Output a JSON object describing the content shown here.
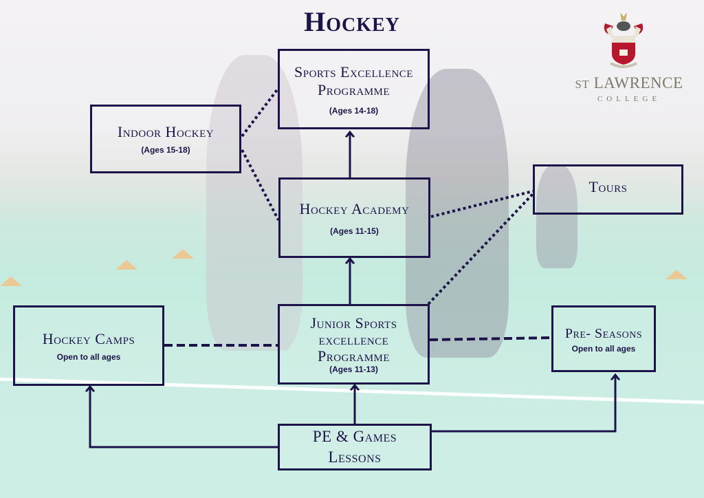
{
  "title": "Hockey",
  "logo": {
    "name_prefix": "St",
    "name_main": "Lawrence",
    "subtitle": "College",
    "crest_icon": "coat-of-arms"
  },
  "nodes": {
    "sports_excellence": {
      "title_line1": "Sports Excellence",
      "title_line2": "Programme",
      "subtitle": "(Ages 14-18)"
    },
    "indoor_hockey": {
      "title": "Indoor Hockey",
      "subtitle": "(Ages 15-18)"
    },
    "hockey_academy": {
      "title": "Hockey Academy",
      "subtitle": "(Ages 11-15)"
    },
    "tours": {
      "title": "Tours"
    },
    "hockey_camps": {
      "title": "Hockey Camps",
      "subtitle": "Open to all ages"
    },
    "junior_sports": {
      "title_line1": "Junior Sports",
      "title_line2": "excellence",
      "title_line3": "Programme",
      "subtitle": "(Ages 11-13)"
    },
    "pre_seasons": {
      "title": "Pre- Seasons",
      "subtitle": "Open to all ages"
    },
    "pe_games": {
      "title_line1": "PE & Games",
      "title_line2": "Lessons"
    }
  },
  "connections": [
    {
      "from": "hockey_academy",
      "to": "sports_excellence",
      "style": "solid-arrow"
    },
    {
      "from": "junior_sports",
      "to": "hockey_academy",
      "style": "solid-arrow"
    },
    {
      "from": "pe_games",
      "to": "junior_sports",
      "style": "solid-arrow"
    },
    {
      "from": "pe_games",
      "to": "hockey_camps",
      "style": "solid-arrow"
    },
    {
      "from": "pe_games",
      "to": "pre_seasons",
      "style": "solid-arrow"
    },
    {
      "from": "indoor_hockey",
      "to": "sports_excellence",
      "style": "dotted"
    },
    {
      "from": "indoor_hockey",
      "to": "hockey_academy",
      "style": "dotted"
    },
    {
      "from": "hockey_academy",
      "to": "tours",
      "style": "dotted"
    },
    {
      "from": "junior_sports",
      "to": "tours",
      "style": "dotted"
    },
    {
      "from": "hockey_camps",
      "to": "junior_sports",
      "style": "dashed"
    },
    {
      "from": "junior_sports",
      "to": "pre_seasons",
      "style": "dashed"
    }
  ],
  "colors": {
    "ink": "#1c1448",
    "crest_red": "#b8162c",
    "logo_text": "#7d7a6a"
  }
}
